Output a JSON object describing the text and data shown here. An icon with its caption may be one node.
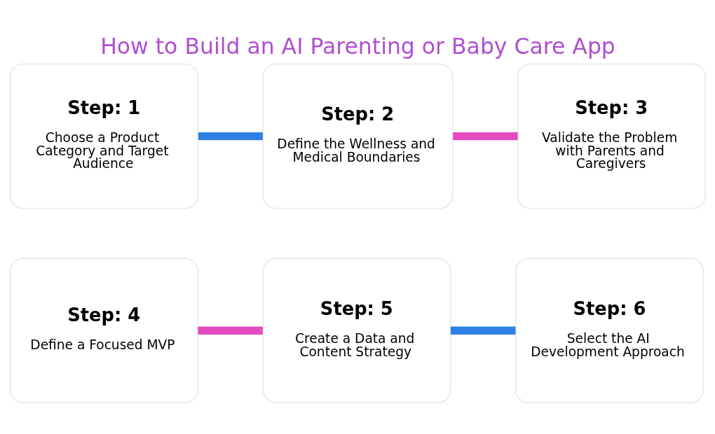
{
  "diagram": {
    "title": "How to Build an AI Parenting or Baby Care App",
    "nodes": [
      {
        "text": [
          "Step: 1",
          "Choose a Product Category and Target Audience"
        ]
      },
      {
        "text": [
          "Step: 2",
          "Define the Wellness and Medical Boundaries"
        ]
      },
      {
        "text": [
          "Step: 3",
          "Validate the Problem with Parents and Caregivers"
        ]
      },
      {
        "text": [
          "Step: 4",
          "Define a Focused MVP"
        ]
      },
      {
        "text": [
          "Step: 5",
          "Create a Data and Content Strategy"
        ]
      },
      {
        "text": [
          "Step: 6",
          "Select the AI Development Approach"
        ]
      }
    ],
    "edges": [
      {
        "from": 0,
        "to": 1,
        "arrow": "none",
        "color": "#2f80e4"
      },
      {
        "from": 1,
        "to": 2,
        "arrow": "none",
        "color": "#e44cc0"
      },
      {
        "from": 3,
        "to": 4,
        "arrow": "none",
        "color": "#e44cc0"
      },
      {
        "from": 4,
        "to": 5,
        "arrow": "none",
        "color": "#2f80e4"
      }
    ]
  }
}
